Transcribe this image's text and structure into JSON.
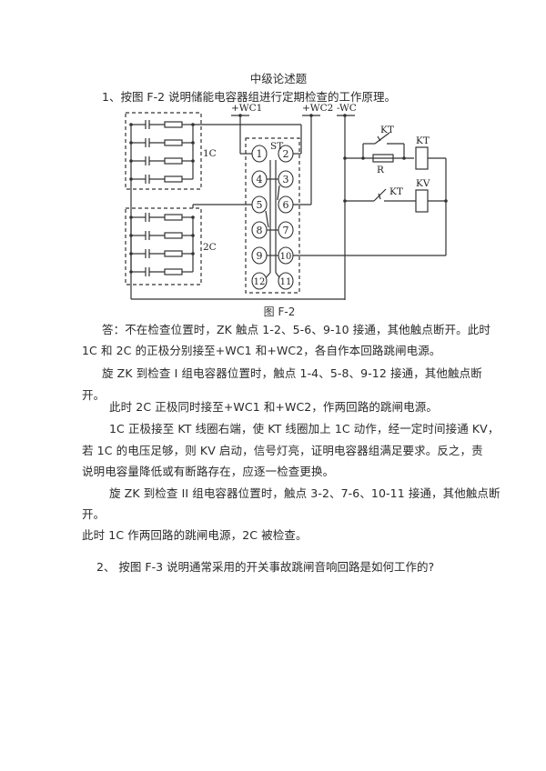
{
  "document": {
    "section_title": "中级论述题",
    "question1": "1、按图 F-2 说明储能电容器组进行定期检查的工作原理。",
    "figure": {
      "caption": "图 F-2",
      "bus_labels": [
        "+WC1",
        "+WC2",
        "-WC"
      ],
      "capacitor_banks": [
        "1C",
        "2C"
      ],
      "switch_label": "ST",
      "contacts": [
        "1",
        "2",
        "3",
        "4",
        "5",
        "6",
        "7",
        "8",
        "9",
        "10",
        "11",
        "12"
      ],
      "components": {
        "relay_time": "KT",
        "relay_voltage": "KV",
        "resistor": "R",
        "contact_kt_1": "KT",
        "contact_kt_2": "KT"
      }
    },
    "answer_lines": [
      "答：不在检查位置时，ZK 触点 1-2、5-6、9-10 接通，其他触点断开。此时",
      "1C 和 2C 的正极分别接至+WC1 和+WC2，各自作本回路跳闸电源。",
      "旋 ZK 到检查 I 组电容器位置时，触点 1-4、5-8、9-12 接通，其他触点断",
      "开。",
      "此时 2C 正极同时接至+WC1 和+WC2，作两回路的跳闸电源。",
      "1C 正极接至 KT 线圈右端，使 KT 线圈加上 1C 动作，经一定时间接通 KV，",
      "若 1C 的电压足够，则 KV 启动，信号灯亮，证明电容器组满足要求。反之，责",
      "说明电容量降低或有断路存在，应逐一检查更换。",
      "旋 ZK 到检查 II 组电容器位置时，触点 3-2、7-6、10-11 接通，其他触点断",
      "开。",
      "此时 1C 作两回路的跳闸电源，2C 被检查。"
    ],
    "question2": "2、 按图 F-3 说明通常采用的开关事故跳闸音响回路是如何工作的?"
  }
}
